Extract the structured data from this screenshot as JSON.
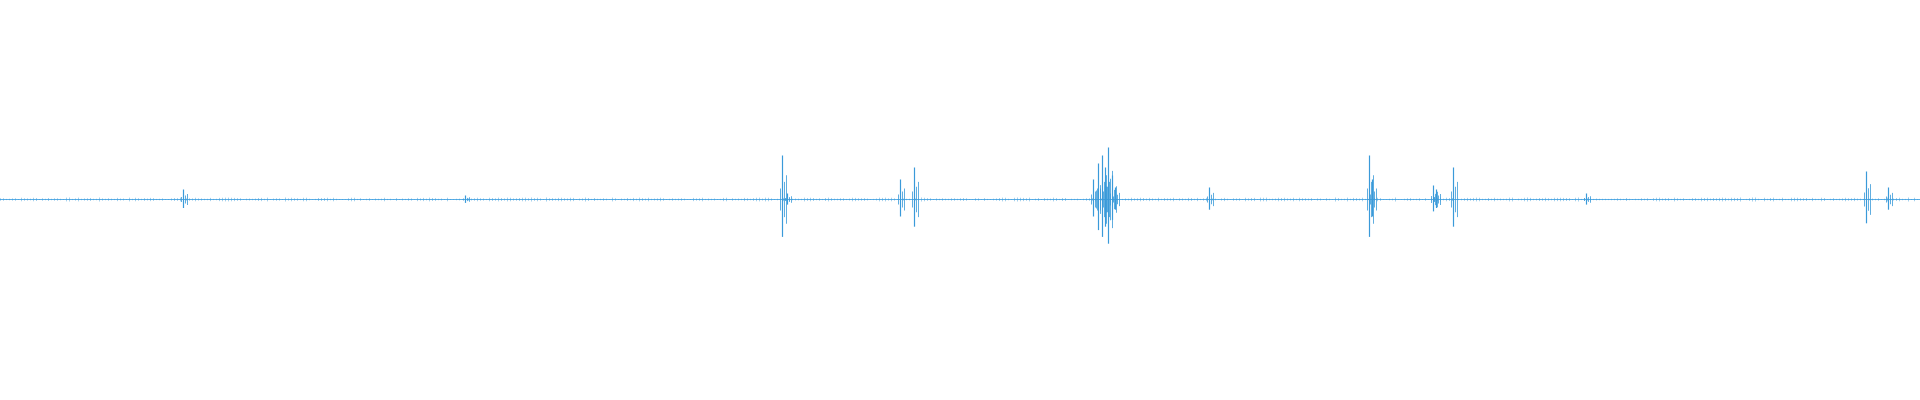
{
  "waveform": {
    "color": "#3a9ad9",
    "baseline_color": "#5aaee6",
    "background": "#ffffff",
    "duration_fraction_shown": 1.0,
    "amplitude_scale": "linear",
    "spikes": [
      {
        "t": 0.0955,
        "amp": 0.05
      },
      {
        "t": 0.242,
        "amp": 0.02
      },
      {
        "t": 0.4072,
        "amp": 0.22
      },
      {
        "t": 0.4098,
        "amp": 0.03
      },
      {
        "t": 0.4686,
        "amp": 0.1
      },
      {
        "t": 0.4763,
        "amp": 0.16
      },
      {
        "t": 0.5695,
        "amp": 0.1
      },
      {
        "t": 0.5718,
        "amp": 0.18
      },
      {
        "t": 0.5738,
        "amp": 0.22
      },
      {
        "t": 0.5755,
        "amp": 0.16
      },
      {
        "t": 0.5772,
        "amp": 0.26
      },
      {
        "t": 0.579,
        "amp": 0.12
      },
      {
        "t": 0.5808,
        "amp": 0.06
      },
      {
        "t": 0.6298,
        "amp": 0.06
      },
      {
        "t": 0.713,
        "amp": 0.22
      },
      {
        "t": 0.7148,
        "amp": 0.1
      },
      {
        "t": 0.7465,
        "amp": 0.07
      },
      {
        "t": 0.7478,
        "amp": 0.05
      },
      {
        "t": 0.757,
        "amp": 0.16
      },
      {
        "t": 0.8262,
        "amp": 0.03
      },
      {
        "t": 0.9718,
        "amp": 0.14
      },
      {
        "t": 0.9835,
        "amp": 0.06
      }
    ]
  }
}
